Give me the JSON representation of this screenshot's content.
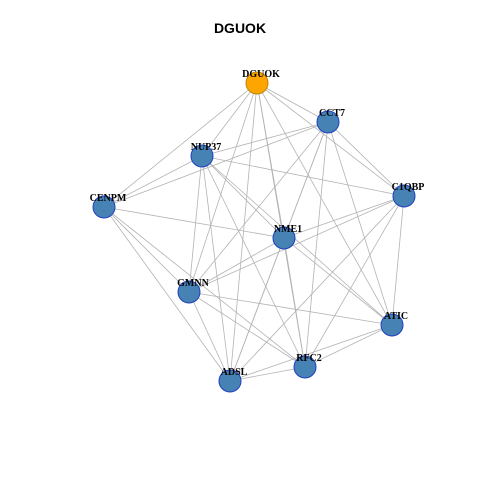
{
  "title": "DGUOK",
  "colors": {
    "highlight_node_fill": "#FFA500",
    "node_fill": "#4682B4",
    "highlight_node_stroke": "#B8860B",
    "node_stroke": "#1F3FBF",
    "edge": "#B3B3B3"
  },
  "nodes": [
    {
      "id": "DGUOK",
      "label": "DGUOK",
      "highlight": true
    },
    {
      "id": "CCT7",
      "label": "CCT7",
      "highlight": false
    },
    {
      "id": "NUP37",
      "label": "NUP37",
      "highlight": false
    },
    {
      "id": "C1QBP",
      "label": "C1QBP",
      "highlight": false
    },
    {
      "id": "CENPM",
      "label": "CENPM",
      "highlight": false
    },
    {
      "id": "NME1",
      "label": "NME1",
      "highlight": false
    },
    {
      "id": "GMNN",
      "label": "GMNN",
      "highlight": false
    },
    {
      "id": "ATIC",
      "label": "ATIC",
      "highlight": false
    },
    {
      "id": "RFC2",
      "label": "RFC2",
      "highlight": false
    },
    {
      "id": "ADSL",
      "label": "ADSL",
      "highlight": false
    }
  ],
  "edges": [
    [
      "DGUOK",
      "CCT7"
    ],
    [
      "DGUOK",
      "NUP37"
    ],
    [
      "DGUOK",
      "C1QBP"
    ],
    [
      "DGUOK",
      "CENPM"
    ],
    [
      "DGUOK",
      "NME1"
    ],
    [
      "DGUOK",
      "GMNN"
    ],
    [
      "DGUOK",
      "ATIC"
    ],
    [
      "DGUOK",
      "RFC2"
    ],
    [
      "DGUOK",
      "ADSL"
    ],
    [
      "CCT7",
      "NUP37"
    ],
    [
      "CCT7",
      "C1QBP"
    ],
    [
      "CCT7",
      "NME1"
    ],
    [
      "CCT7",
      "GMNN"
    ],
    [
      "CCT7",
      "ATIC"
    ],
    [
      "CCT7",
      "RFC2"
    ],
    [
      "CCT7",
      "ADSL"
    ],
    [
      "CCT7",
      "CENPM"
    ],
    [
      "NUP37",
      "C1QBP"
    ],
    [
      "NUP37",
      "CENPM"
    ],
    [
      "NUP37",
      "NME1"
    ],
    [
      "NUP37",
      "GMNN"
    ],
    [
      "NUP37",
      "RFC2"
    ],
    [
      "NUP37",
      "ADSL"
    ],
    [
      "NUP37",
      "ATIC"
    ],
    [
      "C1QBP",
      "NME1"
    ],
    [
      "C1QBP",
      "GMNN"
    ],
    [
      "C1QBP",
      "ATIC"
    ],
    [
      "C1QBP",
      "RFC2"
    ],
    [
      "C1QBP",
      "ADSL"
    ],
    [
      "CENPM",
      "NME1"
    ],
    [
      "CENPM",
      "GMNN"
    ],
    [
      "CENPM",
      "RFC2"
    ],
    [
      "CENPM",
      "ADSL"
    ],
    [
      "NME1",
      "GMNN"
    ],
    [
      "NME1",
      "RFC2"
    ],
    [
      "NME1",
      "ADSL"
    ],
    [
      "NME1",
      "ATIC"
    ],
    [
      "GMNN",
      "ATIC"
    ],
    [
      "GMNN",
      "RFC2"
    ],
    [
      "GMNN",
      "ADSL"
    ],
    [
      "ATIC",
      "RFC2"
    ],
    [
      "ATIC",
      "ADSL"
    ],
    [
      "RFC2",
      "ADSL"
    ]
  ]
}
